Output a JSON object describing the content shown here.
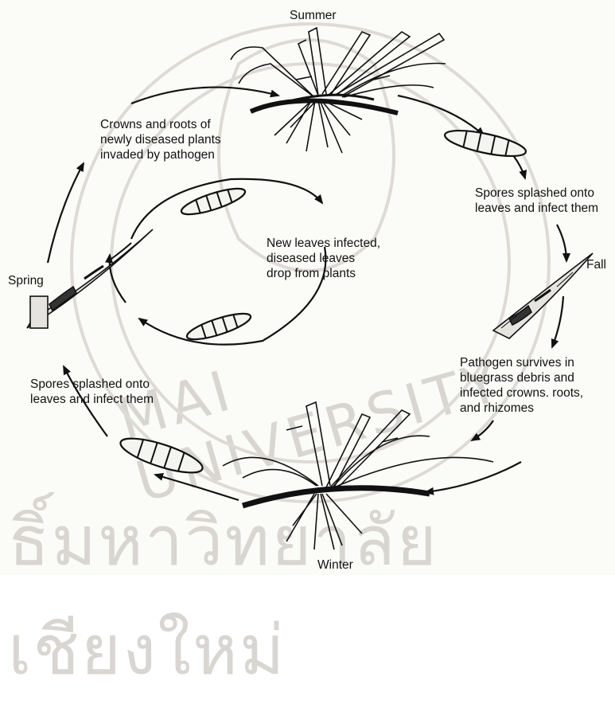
{
  "labels": {
    "summer": "Summer",
    "fall": "Fall",
    "winter": "Winter",
    "spring": "Spring",
    "crowns_roots": "Crowns and roots of\nnewly diseased plants\ninvaded by pathogen",
    "spores_fall": "Spores splashed onto\nleaves and infect them",
    "new_leaves": "New leaves infected,\ndiseased leaves\ndrop from plants",
    "pathogen_survives": "Pathogen survives in\nbluegrass debris and\ninfected crowns. roots,\nand rhizomes",
    "spores_spring": "Spores splashed onto\nleaves and infect them"
  },
  "watermark": {
    "university": "MAI UNIVERSITY",
    "thai_text": "ธิ์มหาวิทยาลัยเชียงใหม่"
  },
  "colors": {
    "ink": "#111111",
    "watermark": "#d9d6d2"
  }
}
